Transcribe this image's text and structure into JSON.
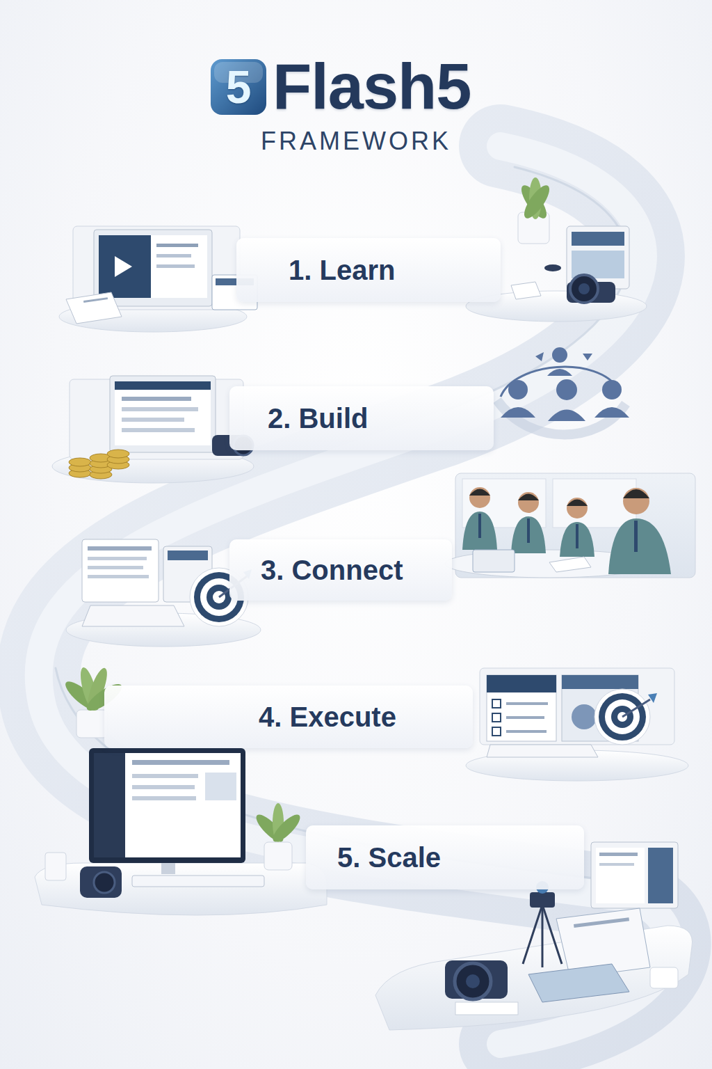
{
  "diagram": {
    "title": "Flash5",
    "nodes": [
      {
        "text": [
          "1. Learn"
        ]
      },
      {
        "text": [
          "2. Build"
        ]
      },
      {
        "text": [
          "3. Connect"
        ]
      },
      {
        "text": [
          "4. Execute"
        ]
      },
      {
        "text": [
          "5. Scale"
        ]
      }
    ],
    "labels": [
      "5",
      "FRAMEWORK"
    ]
  }
}
